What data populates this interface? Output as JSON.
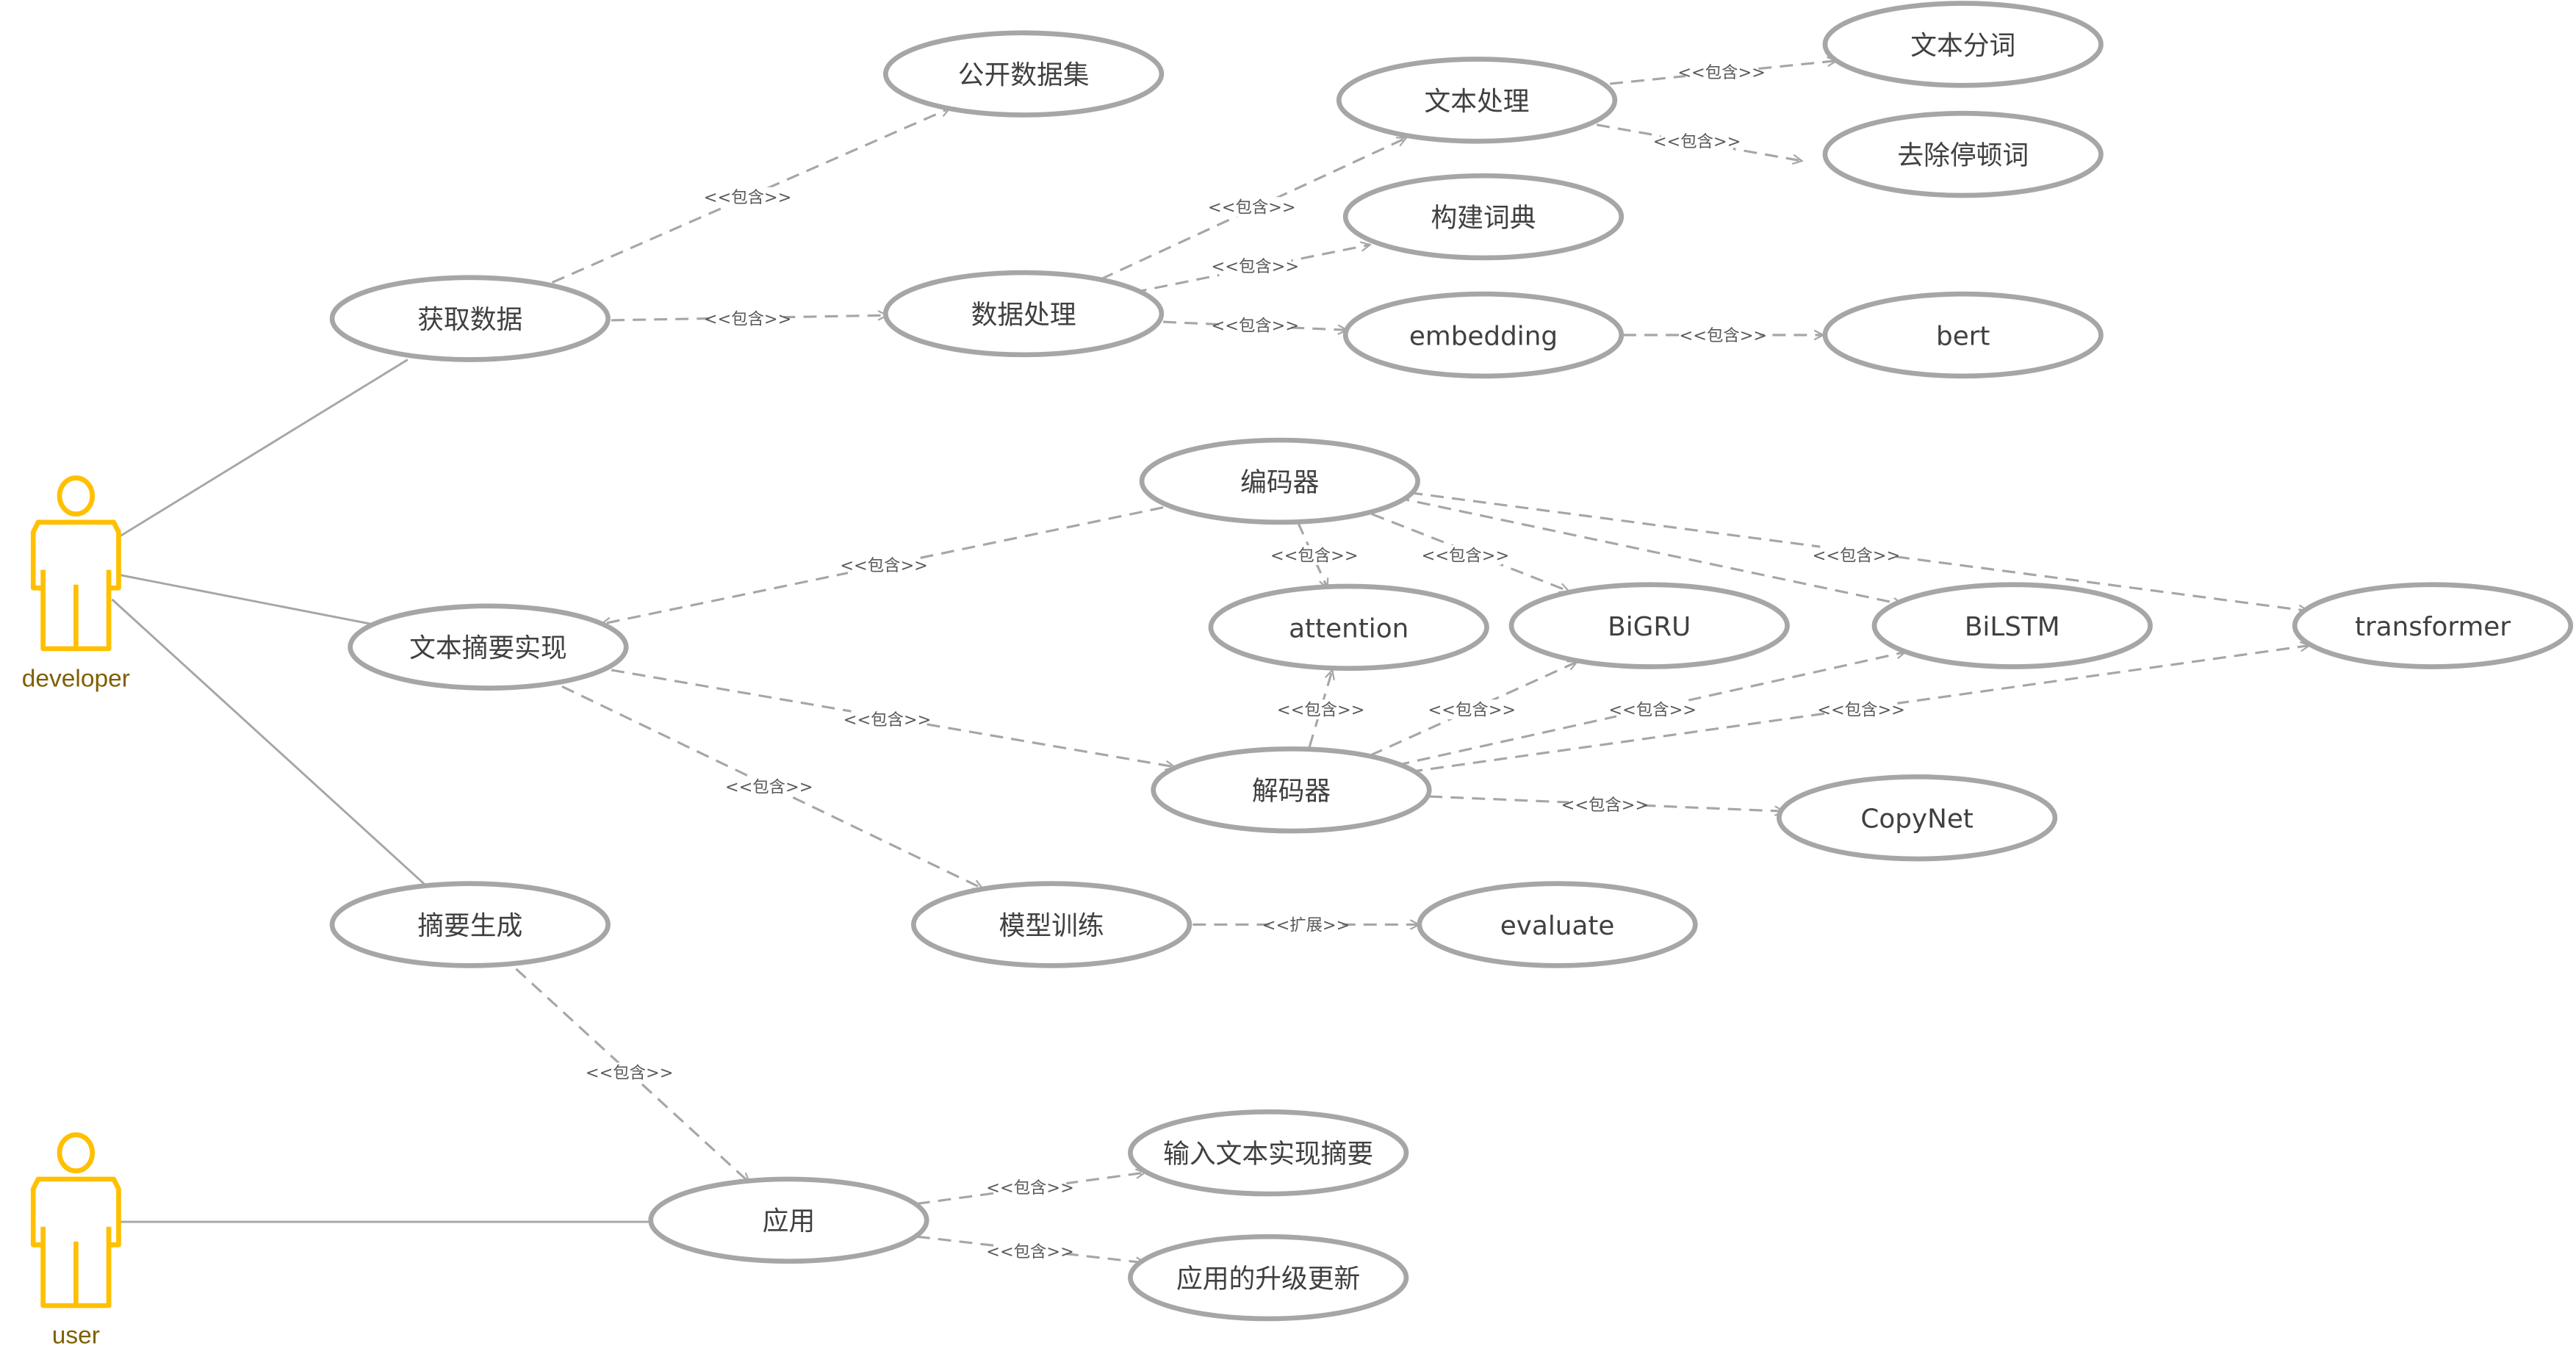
{
  "colors": {
    "actor": "#FFC000",
    "actor_label": "#7f6000",
    "line": "#A6A6A6",
    "text": "#404040"
  },
  "actors": [
    {
      "id": "developer",
      "label": "developer"
    },
    {
      "id": "user",
      "label": "user"
    }
  ],
  "use_cases": [
    {
      "id": "public_dataset",
      "label": "公开数据集"
    },
    {
      "id": "text_processing",
      "label": "文本处理"
    },
    {
      "id": "tokenize",
      "label": "文本分词"
    },
    {
      "id": "stopwords",
      "label": "去除停顿词"
    },
    {
      "id": "vocab",
      "label": "构建词典"
    },
    {
      "id": "get_data",
      "label": "获取数据"
    },
    {
      "id": "data_processing",
      "label": "数据处理"
    },
    {
      "id": "embedding",
      "label": "embedding"
    },
    {
      "id": "bert",
      "label": "bert"
    },
    {
      "id": "encoder",
      "label": "编码器"
    },
    {
      "id": "attention",
      "label": "attention"
    },
    {
      "id": "bigru",
      "label": "BiGRU"
    },
    {
      "id": "bilstm",
      "label": "BiLSTM"
    },
    {
      "id": "transformer",
      "label": "transformer"
    },
    {
      "id": "summarization",
      "label": "文本摘要实现"
    },
    {
      "id": "decoder",
      "label": "解码器"
    },
    {
      "id": "copynet",
      "label": "CopyNet"
    },
    {
      "id": "summary_gen",
      "label": "摘要生成"
    },
    {
      "id": "training",
      "label": "模型训练"
    },
    {
      "id": "evaluate",
      "label": "evaluate"
    },
    {
      "id": "input_text",
      "label": "输入文本实现摘要"
    },
    {
      "id": "application",
      "label": "应用"
    },
    {
      "id": "upgrade",
      "label": "应用的升级更新"
    }
  ],
  "relations": [
    {
      "from": "get_data",
      "to": "public_dataset",
      "label": "<<包含>>"
    },
    {
      "from": "get_data",
      "to": "data_processing",
      "label": "<<包含>>"
    },
    {
      "from": "data_processing",
      "to": "text_processing",
      "label": "<<包含>>"
    },
    {
      "from": "data_processing",
      "to": "vocab",
      "label": "<<包含>>"
    },
    {
      "from": "data_processing",
      "to": "embedding",
      "label": "<<包含>>"
    },
    {
      "from": "text_processing",
      "to": "tokenize",
      "label": "<<包含>>"
    },
    {
      "from": "text_processing",
      "to": "stopwords",
      "label": "<<包含>>"
    },
    {
      "from": "embedding",
      "to": "bert",
      "label": "<<包含>>"
    },
    {
      "from": "encoder",
      "to": "summarization",
      "label": "<<包含>>"
    },
    {
      "from": "encoder",
      "to": "attention",
      "label": "<<包含>>"
    },
    {
      "from": "encoder",
      "to": "bigru",
      "label": "<<包含>>"
    },
    {
      "from": "encoder",
      "to": "bilstm",
      "label": ""
    },
    {
      "from": "encoder",
      "to": "transformer",
      "label": "<<包含>>"
    },
    {
      "from": "summarization",
      "to": "decoder",
      "label": "<<包含>>"
    },
    {
      "from": "decoder",
      "to": "attention",
      "label": "<<包含>>"
    },
    {
      "from": "decoder",
      "to": "bigru",
      "label": "<<包含>>"
    },
    {
      "from": "decoder",
      "to": "bilstm",
      "label": "<<包含>>"
    },
    {
      "from": "decoder",
      "to": "transformer",
      "label": "<<包含>>"
    },
    {
      "from": "decoder",
      "to": "copynet",
      "label": "<<包含>>"
    },
    {
      "from": "summarization",
      "to": "training",
      "label": "<<包含>>"
    },
    {
      "from": "training",
      "to": "evaluate",
      "label": "<<扩展>>"
    },
    {
      "from": "summary_gen",
      "to": "application",
      "label": "<<包含>>"
    },
    {
      "from": "application",
      "to": "input_text",
      "label": "<<包含>>"
    },
    {
      "from": "application",
      "to": "upgrade",
      "label": "<<包含>>"
    }
  ],
  "associations": [
    {
      "from": "developer",
      "to": "get_data"
    },
    {
      "from": "developer",
      "to": "summarization"
    },
    {
      "from": "developer",
      "to": "summary_gen"
    },
    {
      "from": "user",
      "to": "application"
    }
  ]
}
